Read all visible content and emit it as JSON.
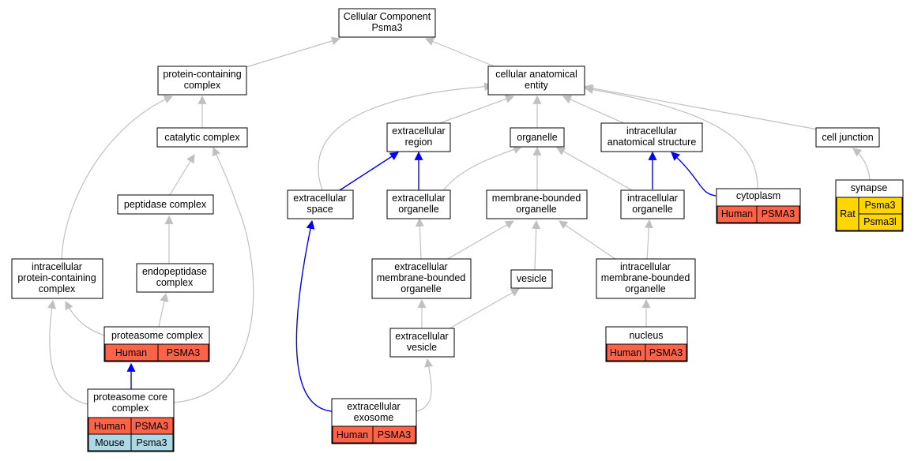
{
  "colors": {
    "human": "#ff6347",
    "mouse": "#add8e6",
    "rat": "#ffd700",
    "edge_grey": "#c0c0c0",
    "edge_blue": "#0000ff"
  },
  "nodes": {
    "root": {
      "lines": [
        "Cellular Component",
        "Psma3"
      ]
    },
    "pcc": {
      "lines": [
        "protein-containing",
        "complex"
      ]
    },
    "cae": {
      "lines": [
        "cellular anatomical",
        "entity"
      ]
    },
    "catalytic": {
      "lines": [
        "catalytic complex"
      ]
    },
    "extreg": {
      "lines": [
        "extracellular",
        "region"
      ]
    },
    "organelle": {
      "lines": [
        "organelle"
      ]
    },
    "ias": {
      "lines": [
        "intracellular",
        "anatomical structure"
      ]
    },
    "celljunction": {
      "lines": [
        "cell junction"
      ]
    },
    "peptidase": {
      "lines": [
        "peptidase complex"
      ]
    },
    "extspace": {
      "lines": [
        "extracellular",
        "space"
      ]
    },
    "extorg": {
      "lines": [
        "extracellular",
        "organelle"
      ]
    },
    "mbo": {
      "lines": [
        "membrane-bounded",
        "organelle"
      ]
    },
    "intorg": {
      "lines": [
        "intracellular",
        "organelle"
      ]
    },
    "cytoplasm": {
      "lines": [
        "cytoplasm"
      ],
      "species": "Human",
      "genes": [
        "PSMA3"
      ]
    },
    "synapse": {
      "lines": [
        "synapse"
      ],
      "species": "Rat",
      "genes": [
        "Psma3",
        "Psma3l"
      ]
    },
    "ipcc": {
      "lines": [
        "intracellular",
        "protein-containing",
        "complex"
      ]
    },
    "endopep": {
      "lines": [
        "endopeptidase",
        "complex"
      ]
    },
    "embo": {
      "lines": [
        "extracellular",
        "membrane-bounded",
        "organelle"
      ]
    },
    "vesicle": {
      "lines": [
        "vesicle"
      ]
    },
    "imbo": {
      "lines": [
        "intracellular",
        "membrane-bounded",
        "organelle"
      ]
    },
    "proteasome": {
      "lines": [
        "proteasome complex"
      ],
      "species": "Human",
      "genes": [
        "PSMA3"
      ]
    },
    "extves": {
      "lines": [
        "extracellular",
        "vesicle"
      ]
    },
    "nucleus": {
      "lines": [
        "nucleus"
      ],
      "species": "Human",
      "genes": [
        "PSMA3"
      ]
    },
    "core": {
      "lines": [
        "proteasome core",
        "complex"
      ],
      "rows": [
        {
          "species": "Human",
          "gene": "PSMA3"
        },
        {
          "species": "Mouse",
          "gene": "Psma3"
        }
      ]
    },
    "exosome": {
      "lines": [
        "extracellular",
        "exosome"
      ],
      "species": "Human",
      "genes": [
        "PSMA3"
      ]
    }
  }
}
